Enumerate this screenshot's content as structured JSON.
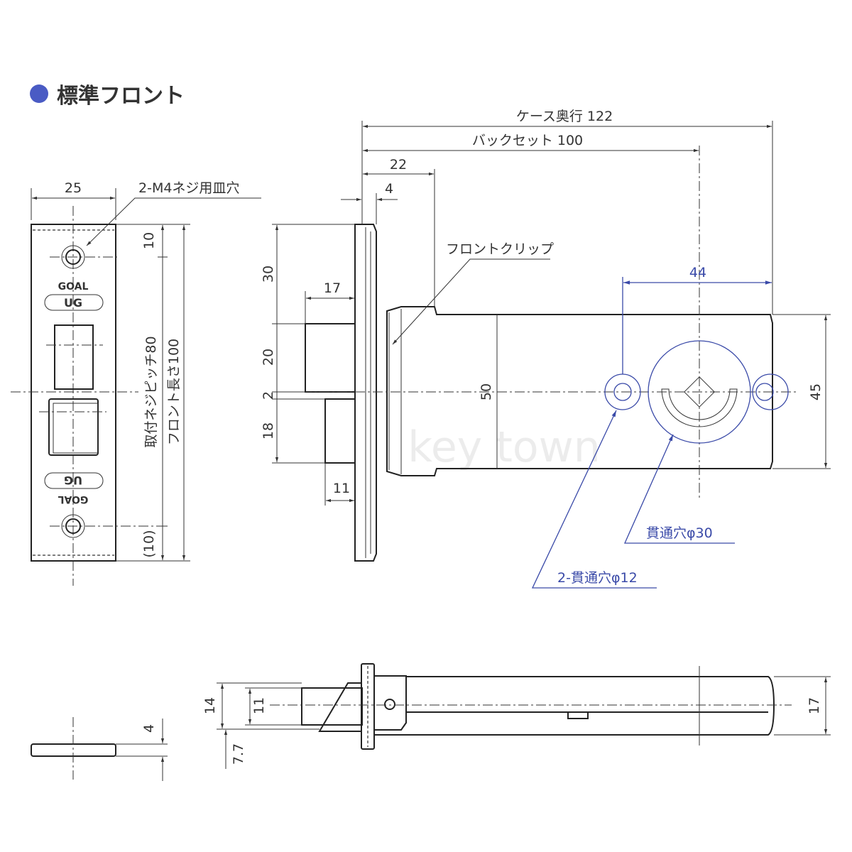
{
  "title": "標準フロント",
  "colors": {
    "accent": "#4a5bc4",
    "holes": "#3a4aa8"
  },
  "front_view": {
    "width_dim": "25",
    "screw_hole_label": "2-M4ネジ用皿穴",
    "top_offset": "10",
    "bottom_offset": "(10)",
    "screw_pitch": "取付ネジピッチ80",
    "front_length": "フロント長さ100",
    "brand_top": "GOAL",
    "badge_top": "UG",
    "badge_bottom": "UG",
    "brand_bottom": "GOAL"
  },
  "side_view": {
    "case_depth": "ケース奥行 122",
    "backset": "バックセット 100",
    "dim_22": "22",
    "dim_4": "4",
    "front_clip": "フロントクリップ",
    "dim_30": "30",
    "dim_17": "17",
    "dim_20": "20",
    "dim_2": "2",
    "dim_18": "18",
    "dim_11": "11",
    "dim_50": "50",
    "dim_44": "44",
    "dim_45": "45",
    "hole_30": "貫通穴φ30",
    "hole_12": "2-貫通穴φ12"
  },
  "bottom_view": {
    "dim_4": "4",
    "dim_14": "14",
    "dim_11": "11",
    "dim_7_7": "7.7",
    "dim_17": "17"
  },
  "watermark": "key town"
}
